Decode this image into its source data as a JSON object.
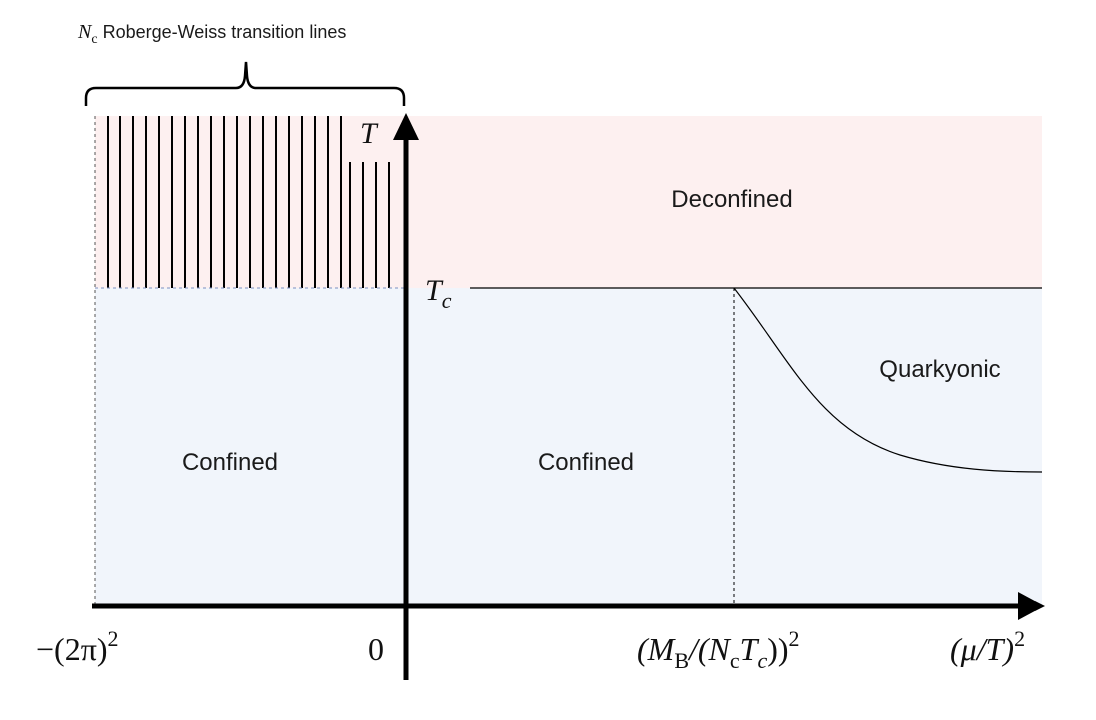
{
  "colors": {
    "deconfined_fill": "#fdf0f0",
    "confined_fill": "#f1f5fb",
    "ink": "#000000"
  },
  "bracket": {
    "label_symbol": "N",
    "label_subscript": "c",
    "label_text": " Roberge-Weiss transition lines"
  },
  "axes": {
    "y_label": "T",
    "tc_symbol": "T",
    "tc_subscript": "c",
    "x_label": "(μ/T)",
    "x_label_exponent": "2"
  },
  "ticks": {
    "neg": "−(2π)",
    "neg_exponent": "2",
    "zero": "0",
    "mb_open": "(M",
    "mb_sub": "B",
    "mb_mid": "/(N",
    "mb_sub2": "c",
    "mb_T": "T",
    "mb_sub3": "c",
    "mb_close": "))",
    "mb_exponent": "2"
  },
  "regions": {
    "deconfined": "Deconfined",
    "confined_left": "Confined",
    "confined_right": "Confined",
    "quarkyonic": "Quarkyonic"
  }
}
